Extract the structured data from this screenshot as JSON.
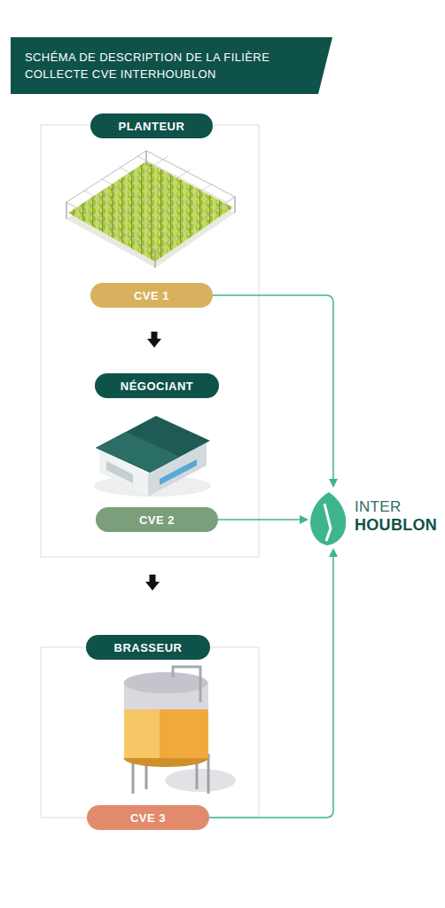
{
  "diagram": {
    "title": "SCHÉMA DE DESCRIPTION DE LA FILIÈRE COLLECTE CVE INTERHOUBLON",
    "nodes": [
      {
        "text": [
          "PLANTEUR"
        ]
      },
      {
        "text": [
          "CVE 1"
        ]
      },
      {
        "text": [
          "NÉGOCIANT"
        ]
      },
      {
        "text": [
          "CVE 2"
        ]
      },
      {
        "text": [
          "BRASSEUR"
        ]
      },
      {
        "text": [
          "CVE 3"
        ]
      },
      {
        "text": [
          "INTER",
          "HOUBLON"
        ]
      }
    ],
    "edges": [
      {
        "from": 1,
        "to": 2,
        "arrow": "to"
      },
      {
        "from": 3,
        "to": 4,
        "arrow": "to"
      },
      {
        "from": 1,
        "to": 6,
        "arrow": "to"
      },
      {
        "from": 3,
        "to": 6,
        "arrow": "to"
      },
      {
        "from": 5,
        "to": 6,
        "arrow": "to"
      }
    ]
  }
}
